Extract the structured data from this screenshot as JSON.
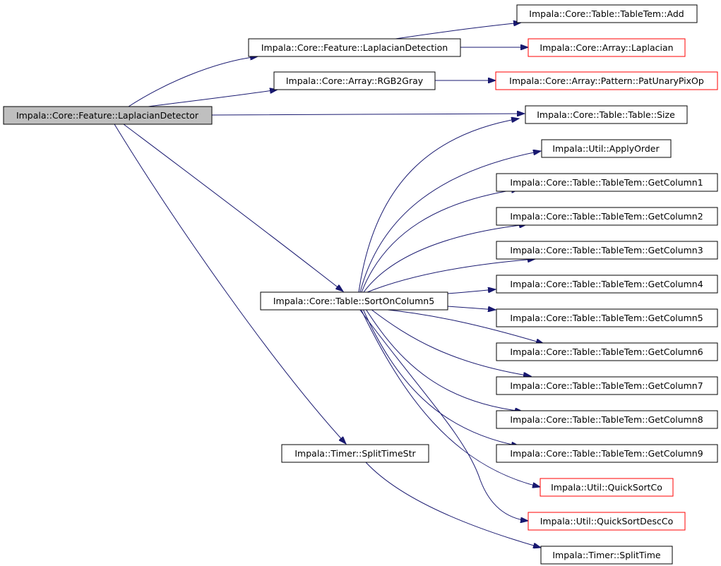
{
  "nodes": {
    "root": {
      "label": "Impala::Core::Feature::LaplacianDetector"
    },
    "laplacian_detection": {
      "label": "Impala::Core::Feature::LaplacianDetection"
    },
    "rgb2gray": {
      "label": "Impala::Core::Array::RGB2Gray"
    },
    "sort_on_column5": {
      "label": "Impala::Core::Table::SortOnColumn5"
    },
    "split_time_str": {
      "label": "Impala::Timer::SplitTimeStr"
    },
    "table_tem_add": {
      "label": "Impala::Core::Table::TableTem::Add"
    },
    "array_laplacian": {
      "label": "Impala::Core::Array::Laplacian"
    },
    "pat_unary_pix_op": {
      "label": "Impala::Core::Array::Pattern::PatUnaryPixOp"
    },
    "table_size": {
      "label": "Impala::Core::Table::Table::Size"
    },
    "apply_order": {
      "label": "Impala::Util::ApplyOrder"
    },
    "get_column1": {
      "label": "Impala::Core::Table::TableTem::GetColumn1"
    },
    "get_column2": {
      "label": "Impala::Core::Table::TableTem::GetColumn2"
    },
    "get_column3": {
      "label": "Impala::Core::Table::TableTem::GetColumn3"
    },
    "get_column4": {
      "label": "Impala::Core::Table::TableTem::GetColumn4"
    },
    "get_column5": {
      "label": "Impala::Core::Table::TableTem::GetColumn5"
    },
    "get_column6": {
      "label": "Impala::Core::Table::TableTem::GetColumn6"
    },
    "get_column7": {
      "label": "Impala::Core::Table::TableTem::GetColumn7"
    },
    "get_column8": {
      "label": "Impala::Core::Table::TableTem::GetColumn8"
    },
    "get_column9": {
      "label": "Impala::Core::Table::TableTem::GetColumn9"
    },
    "quick_sort_co": {
      "label": "Impala::Util::QuickSortCo"
    },
    "quick_sort_desc_co": {
      "label": "Impala::Util::QuickSortDescCo"
    },
    "split_time": {
      "label": "Impala::Timer::SplitTime"
    }
  },
  "colors": {
    "edge": "#191970",
    "root_fill": "#bfbfbf",
    "truncated_border": "#ff0000",
    "node_border": "#000000"
  }
}
